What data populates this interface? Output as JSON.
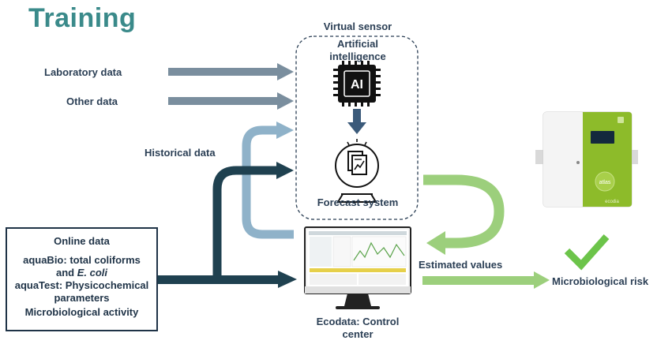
{
  "title": "Training",
  "virtual_sensor": {
    "label": "Virtual sensor",
    "ai_label_line1": "Artificial",
    "ai_label_line2": "intelligence",
    "chip_text": "AI",
    "forecast_label": "Forecast system"
  },
  "inputs": {
    "laboratory": "Laboratory data",
    "other": "Other data",
    "historical": "Historical data"
  },
  "online_data": {
    "heading": "Online data",
    "line1": "aquaBio: total coliforms",
    "line2_prefix": "and ",
    "line2_italic": "E. coli",
    "line3": "aquaTest: Physicochemical",
    "line4": "parameters",
    "line5": "Microbiological activity"
  },
  "control_center": {
    "line1": "Ecodata: Control",
    "line2": "center"
  },
  "outputs": {
    "estimated": "Estimated values",
    "risk": "Microbiological risk"
  },
  "device": {
    "brand_text": "atlas",
    "footer_text": "ecodia"
  },
  "colors": {
    "title": "#3a8a8a",
    "gray_arrow": "#7a8e9e",
    "light_blue_arrow": "#8fb2c9",
    "dark_arrow": "#1f4150",
    "green_arrow": "#9ccf7c",
    "check": "#6cc44a"
  }
}
